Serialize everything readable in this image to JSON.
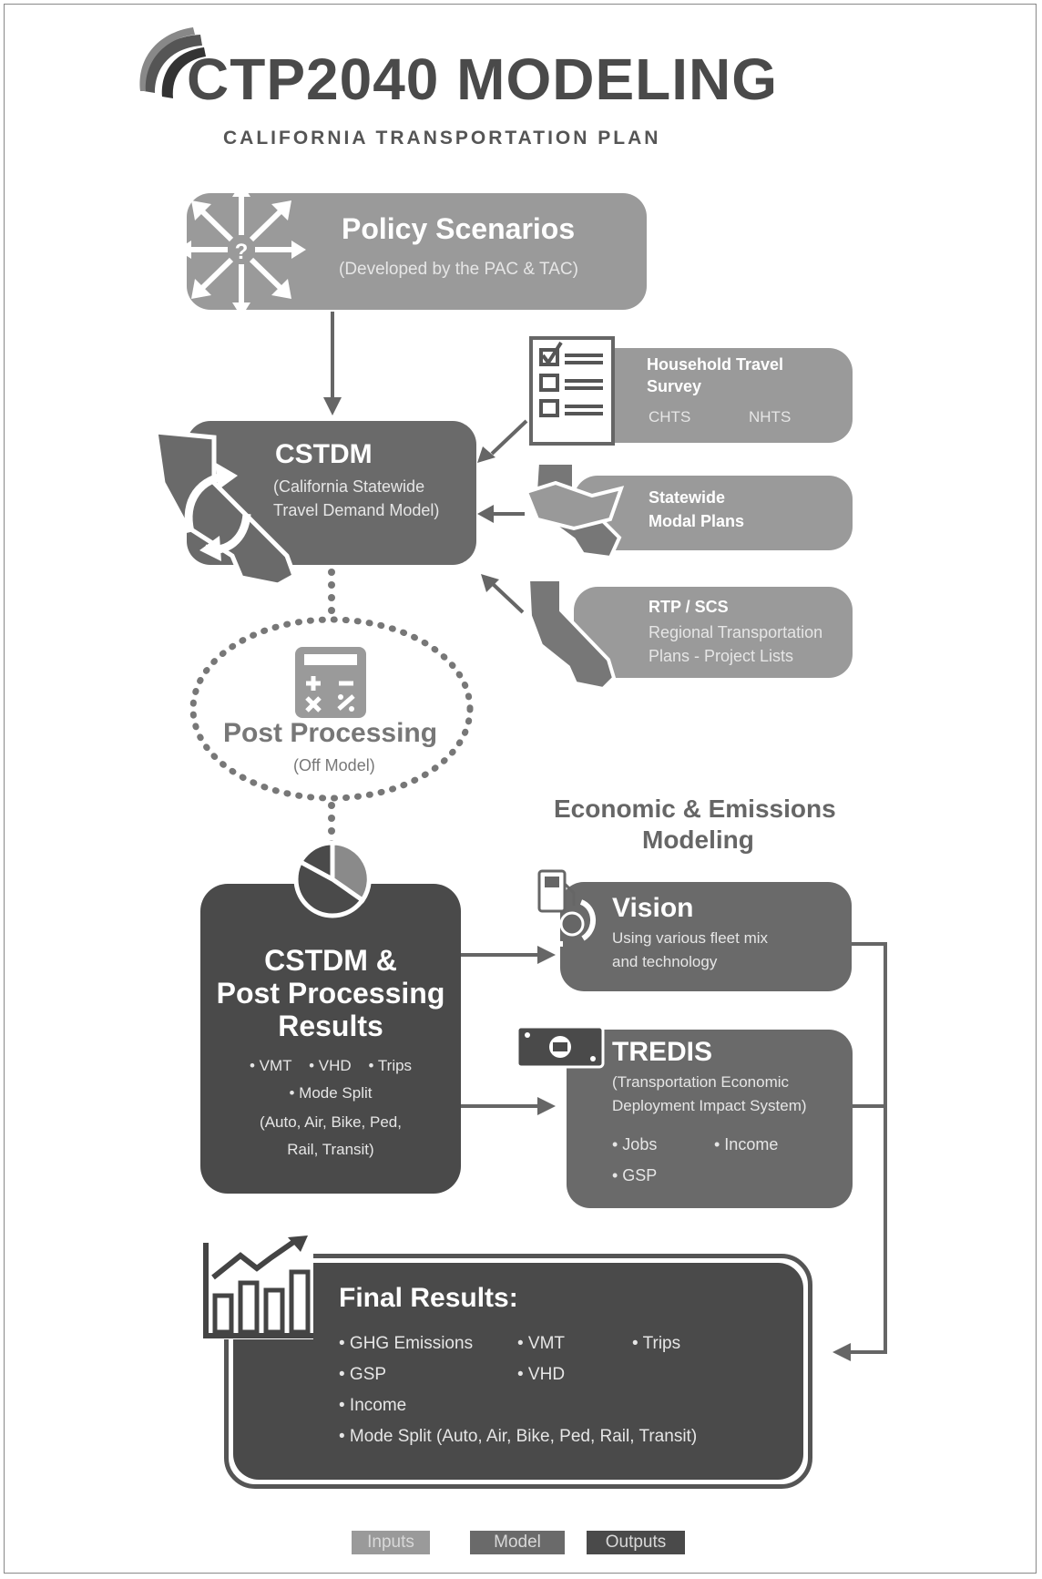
{
  "header": {
    "title": "CTP2040 MODELING",
    "subtitle": "CALIFORNIA TRANSPORTATION PLAN"
  },
  "policy": {
    "title": "Policy Scenarios",
    "subtitle": "(Developed by the PAC & TAC)"
  },
  "household": {
    "title_line1": "Household Travel",
    "title_line2": "Survey",
    "item1": "CHTS",
    "item2": "NHTS"
  },
  "modal": {
    "title_line1": "Statewide",
    "title_line2": "Modal Plans"
  },
  "rtp": {
    "title": "RTP / SCS",
    "line1": "Regional Transportation",
    "line2": "Plans - Project Lists"
  },
  "cstdm": {
    "title": "CSTDM",
    "line1": "(California Statewide",
    "line2": "Travel Demand Model)"
  },
  "post": {
    "title": "Post Processing",
    "subtitle": "(Off Model)"
  },
  "econ": {
    "line1": "Economic & Emissions",
    "line2": "Modeling"
  },
  "results": {
    "line1": "CSTDM &",
    "line2": "Post Processing",
    "line3": "Results",
    "b1": "• VMT    • VHD    • Trips",
    "b2": "• Mode Split",
    "b3": "(Auto, Air, Bike, Ped,",
    "b4": "Rail, Transit)"
  },
  "vision": {
    "title": "Vision",
    "line1": "Using various fleet mix",
    "line2": "and technology"
  },
  "tredis": {
    "title": "TREDIS",
    "line1": "(Transportation Economic",
    "line2": "Deployment Impact System)",
    "b_jobs": "• Jobs",
    "b_income": "• Income",
    "b_gsp": "• GSP"
  },
  "final": {
    "title": "Final Results:",
    "c1r1": "• GHG Emissions",
    "c2r1": "• VMT",
    "c3r1": "• Trips",
    "c1r2": "• GSP",
    "c2r2": "• VHD",
    "c1r3": "• Income",
    "c1r4": "• Mode Split (Auto, Air, Bike, Ped, Rail, Transit)"
  },
  "legend": {
    "inputs": "Inputs",
    "model": "Model",
    "outputs": "Outputs"
  },
  "colors": {
    "inputs": "#9a9a9a",
    "model": "#6a6a6a",
    "outputs": "#4a4a4a"
  },
  "icons": [
    "logo-swoosh-icon",
    "arrows-question-icon",
    "checklist-icon",
    "california-cycle-icon",
    "california-layers-icon",
    "california-map-icon",
    "calculator-icon",
    "pie-chart-icon",
    "fuel-pump-icon",
    "money-icon",
    "bar-chart-icon"
  ]
}
